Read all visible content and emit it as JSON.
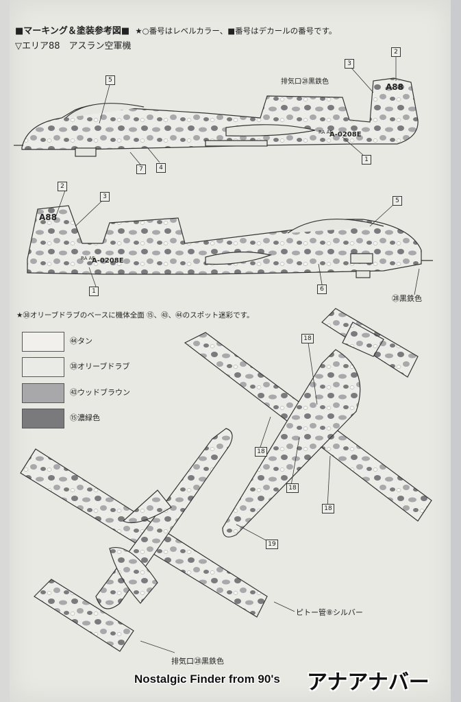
{
  "header": {
    "title": "■マーキング＆塗装参考図■",
    "note": "★○番号はレベルカラー、■番号はデカールの番号です。"
  },
  "subtitle": "▽エリア88　アスラン空軍機",
  "side_view_top": {
    "exhaust_label": "排気口㉘黒鉄色",
    "tail_code": "A88",
    "serial": "A-0208E",
    "roundel": "RA AF",
    "callouts": [
      "5",
      "3",
      "2",
      "7",
      "4",
      "1"
    ]
  },
  "side_view_bottom": {
    "tail_code": "A88",
    "serial": "A-0208E",
    "roundel": "RA AF",
    "gun_label": "㉘黒鉄色",
    "callouts": [
      "2",
      "3",
      "5",
      "1",
      "6"
    ]
  },
  "camo_note": "★㊳オリーブドラブのベースに機体全面 ⑮、㊸、㊹のスポット迷彩です。",
  "swatches": [
    {
      "label": "㊹タン",
      "color": "#f1f0ec"
    },
    {
      "label": "㊳オリーブドラブ",
      "color": "#eaeae6"
    },
    {
      "label": "㊸ウッドブラウン",
      "color": "#a8a8aa"
    },
    {
      "label": "⑮濃緑色",
      "color": "#7a7a7d"
    }
  ],
  "plan_view_top": {
    "callouts": [
      "18",
      "18",
      "18",
      "18",
      "19"
    ]
  },
  "plan_view_bottom": {
    "pitot_label": "ピトー管⑧シルバー",
    "exhaust_label": "排気口㉘黒鉄色"
  },
  "watermark": {
    "left": "Nostalgic Finder from 90's",
    "right": "アナ",
    "right2": "アナ",
    "right3": "バー"
  }
}
